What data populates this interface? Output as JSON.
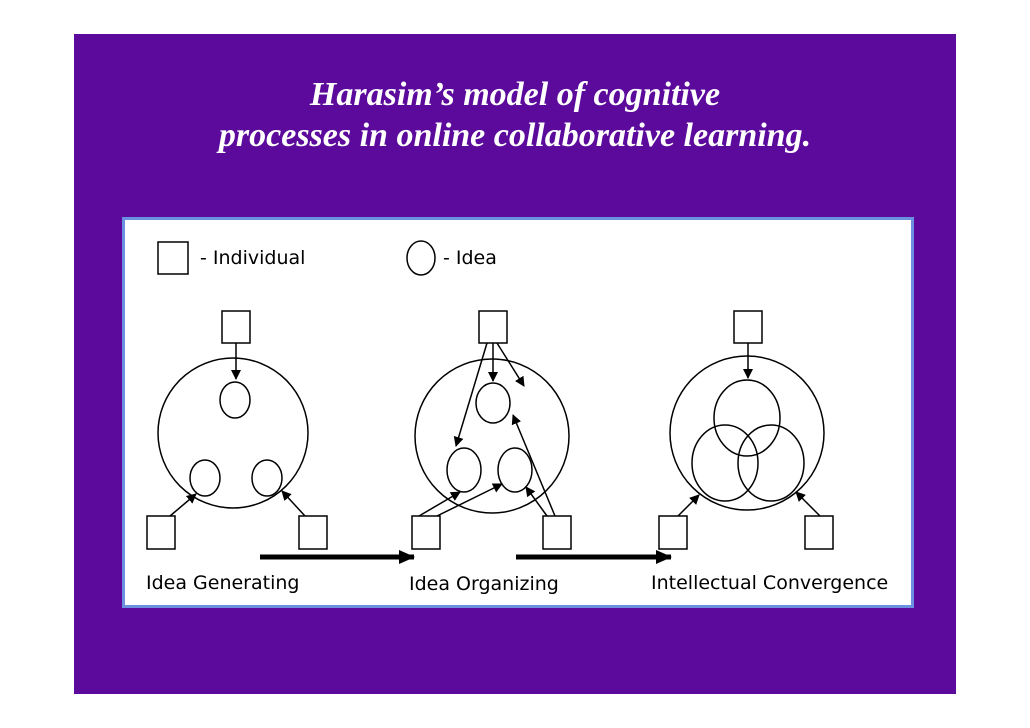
{
  "title": {
    "line1": "Harasim’s model of cognitive",
    "line2": "processes in online collaborative learning."
  },
  "colors": {
    "slide_background": "#5b0a9c",
    "title_text": "#ffffff",
    "figure_border": "#6c90e0",
    "figure_background": "#ffffff",
    "ink": "#000000"
  },
  "legend": {
    "individual": "- Individual",
    "idea": "- Idea"
  },
  "stages": [
    {
      "label": "Idea Generating"
    },
    {
      "label": "Idea Organizing"
    },
    {
      "label": "Intellectual Convergence"
    }
  ]
}
